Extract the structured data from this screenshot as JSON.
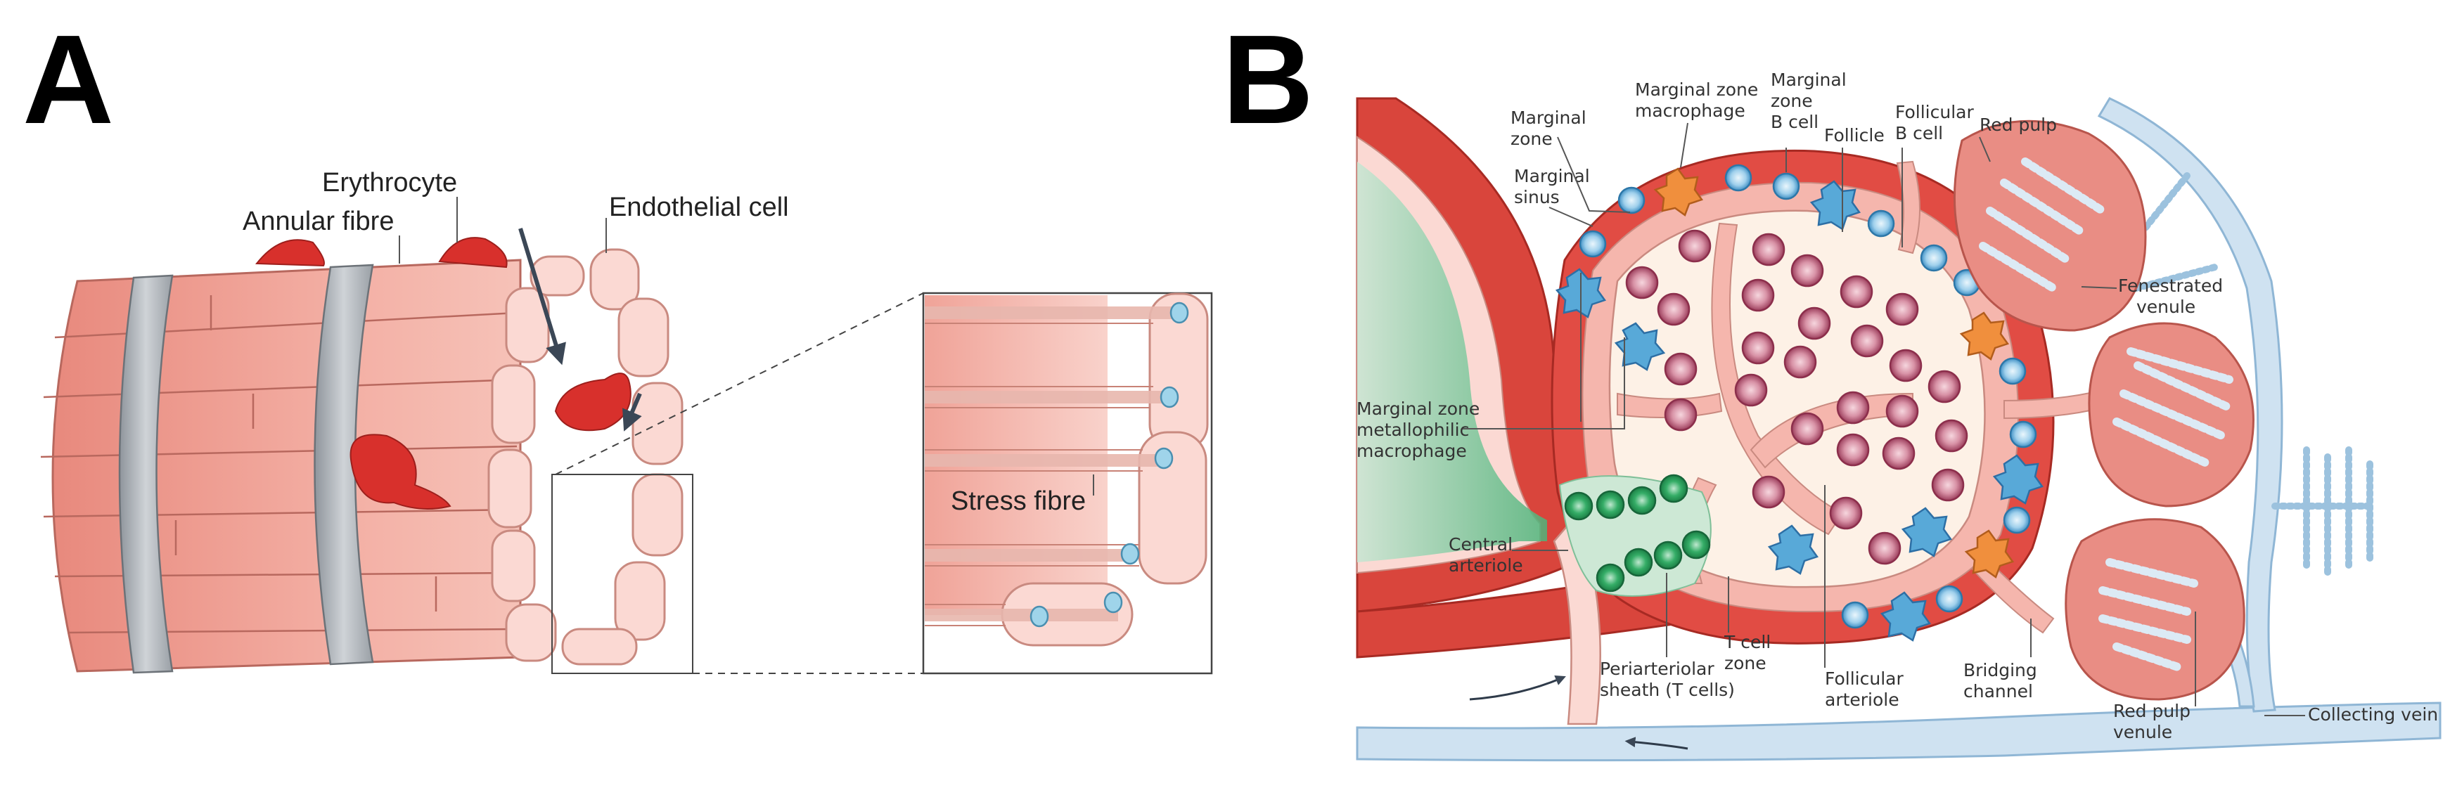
{
  "panels": {
    "a": {
      "letter": "A",
      "labels": {
        "erythrocyte": "Erythrocyte",
        "annular_fibre": "Annular fibre",
        "endothelial_cell": "Endothelial cell",
        "stress_fibre": "Stress fibre"
      }
    },
    "b": {
      "letter": "B",
      "labels": {
        "marginal_zone": [
          "Marginal",
          "zone"
        ],
        "marginal_zone_macrophage": [
          "Marginal zone",
          "macrophage"
        ],
        "marginal_zone_b_cell": [
          "Marginal",
          "zone",
          "B cell"
        ],
        "follicle": [
          "Follicle"
        ],
        "follicular_b_cell": [
          "Follicular",
          "B cell"
        ],
        "red_pulp": [
          "Red pulp"
        ],
        "marginal_sinus": [
          "Marginal",
          "sinus"
        ],
        "fenestrated_venule": [
          "Fenestrated",
          "venule"
        ],
        "metallophilic_macrophage": [
          "Marginal zone",
          "metallophilic",
          "macrophage"
        ],
        "central_arteriole": [
          "Central",
          "arteriole"
        ],
        "pals": [
          "Periarteriolar",
          "sheath (T cells)"
        ],
        "t_cell_zone": [
          "T cell",
          "zone"
        ],
        "follicular_arteriole": [
          "Follicular",
          "arteriole"
        ],
        "bridging_channel": [
          "Bridging",
          "channel"
        ],
        "red_pulp_venule": [
          "Red pulp",
          "venule"
        ],
        "collecting_vein": [
          "Collecting vein"
        ]
      }
    }
  },
  "colors": {
    "muscle": "#f0a79c",
    "muscle_dark": "#e2857a",
    "endothelium": "#fbd9d3",
    "endothelium_edge": "#c98a80",
    "annular_band": "#b9bec4",
    "erythrocyte": "#d8302c",
    "nucleus": "#9fd4ea",
    "red_pulp": "#e98d84",
    "artery": "#d9453c",
    "marginal_zone_band": "#e14c44",
    "follicle_fill": "#fdf1e6",
    "b_cell_ring": "#b25470",
    "t_cell": "#25a35e",
    "t_zone": "#cde8d5",
    "vein": "#cfe2f1",
    "vein_edge": "#8fb6d5",
    "mz_b_cell": "#58a9d8",
    "macrophage_blue": "#3b85c9",
    "macrophage_orange": "#f08f3d"
  }
}
